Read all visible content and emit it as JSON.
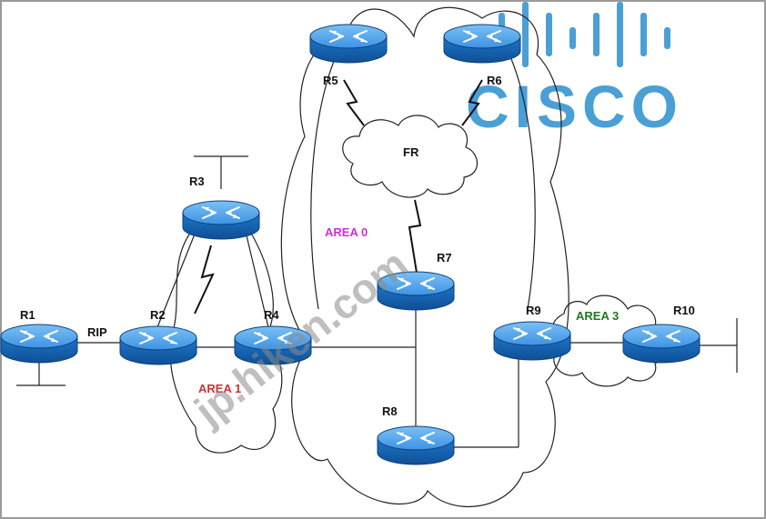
{
  "routers": {
    "r1": "R1",
    "r2": "R2",
    "r3": "R3",
    "r4": "R4",
    "r5": "R5",
    "r6": "R6",
    "r7": "R7",
    "r8": "R8",
    "r9": "R9",
    "r10": "R10"
  },
  "labels": {
    "rip": "RIP",
    "fr": "FR",
    "area0": "AREA 0",
    "area1": "AREA 1",
    "area3": "AREA 3"
  },
  "logo": {
    "text": "CISCO",
    "color": "#4a9fd5"
  },
  "watermark": "jp.hiken.com",
  "colors": {
    "router_body": "#1f7ed6",
    "router_top": "#5aa8ee",
    "area0": "#cc33cc",
    "area1": "#cc3333",
    "area3": "#227722"
  }
}
